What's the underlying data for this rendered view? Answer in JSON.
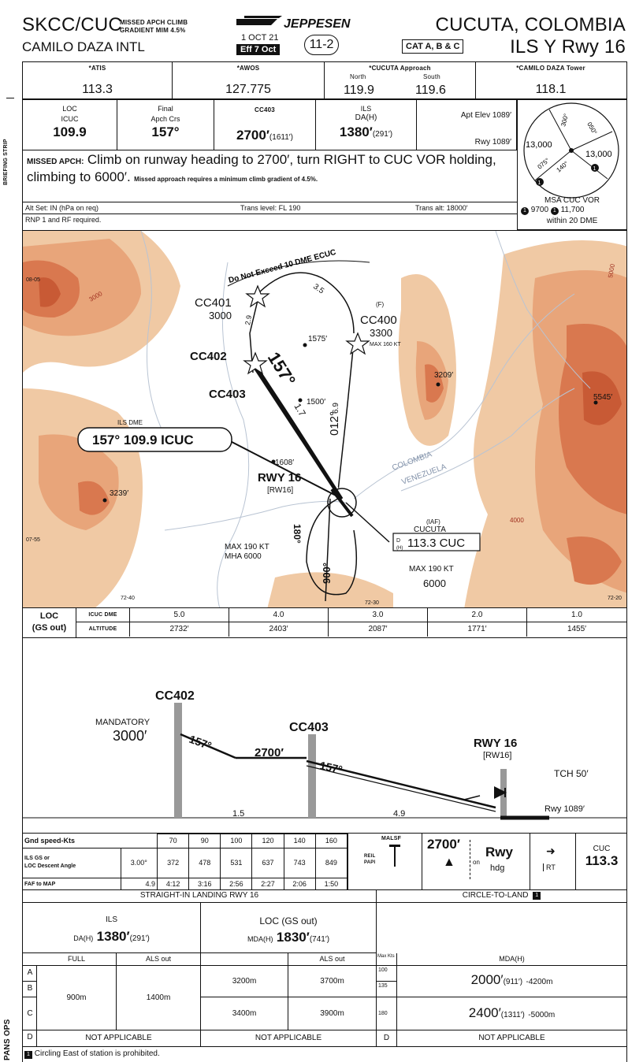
{
  "header": {
    "ident": "SKCC/CUC",
    "airport": "CAMILO DAZA INTL",
    "missed_gradient_note": "MISSED APCH CLIMB GRADIENT MIM 4.5%",
    "brand": "JEPPESEN",
    "date": "1 OCT 21",
    "eff": "Eff 7 Oct",
    "chart_number": "11-2",
    "city": "CUCUTA, COLOMBIA",
    "categories": "CAT A, B & C",
    "procedure": "ILS Y Rwy 16"
  },
  "comms": {
    "atis_label": "*ATIS",
    "atis": "113.3",
    "awos_label": "*AWOS",
    "awos": "127.775",
    "approach_label": "*CUCUTA Approach",
    "north_label": "North",
    "north": "119.9",
    "south_label": "South",
    "south": "119.6",
    "tower_label": "*CAMILO DAZA Tower",
    "tower": "118.1"
  },
  "briefing": {
    "loc_label": "LOC",
    "loc_ident": "ICUC",
    "loc_freq": "109.9",
    "final_label": "Final",
    "final_label2": "Apch Crs",
    "final_crs": "157°",
    "fix_label": "CC403",
    "fix_alt": "2700′",
    "fix_alt_hat": "(1611′)",
    "ils_label": "ILS",
    "ils_da_label": "DA(H)",
    "ils_da": "1380′",
    "ils_da_hat": "(291′)",
    "apt_elev_label": "Apt Elev",
    "apt_elev": "1089′",
    "rwy_label": "Rwy",
    "rwy_elev": "1089′"
  },
  "missed": {
    "label": "MISSED APCH:",
    "text": "Climb on runway heading to 2700′, turn RIGHT to CUC VOR holding, climbing to 6000′.",
    "note": "Missed approach requires a minimum climb gradient of 4.5%."
  },
  "altset": {
    "altset": "Alt Set: IN (hPa on req)",
    "trans_level": "Trans level: FL 190",
    "trans_alt": "Trans alt: 18000′",
    "rnp": "RNP 1 and RF required."
  },
  "msa": {
    "sector_13000a": "13,000",
    "sector_13000b": "13,000",
    "sector_9700": "9700",
    "sector_11700": "11,700",
    "label": "MSA CUC VOR",
    "within": "within 20 DME",
    "brg_300": "300°",
    "brg_075": "075°",
    "brg_140": "140°",
    "brg_050": "050°"
  },
  "sidebar": {
    "briefing_strip": "BRIEFING STRIP",
    "pans_ops": "PANS OPS"
  },
  "plan": {
    "do_not_exceed": "Do Not Exceed 10 DME ECUC",
    "cc401": "CC401",
    "cc401_alt": "3000",
    "cc402": "CC402",
    "cc403": "CC403",
    "cc400": "CC400",
    "cc400_alt": "3300",
    "cc400_f": "(F)",
    "cc400_max": "MAX 160 KT",
    "final_course": "157°",
    "out_course": "012°",
    "out_dist": "6.9",
    "leg_35": "3.5",
    "leg_29": "2.9",
    "leg_17": "1.7",
    "ils_dme_label": "ILS DME",
    "loc_box": "157° 109.9 ICUC",
    "rwy": "RWY 16",
    "rwy_sub": "[RW16]",
    "elev_1608": "1608′",
    "elev_1575": "1575′",
    "elev_1500": "1500′",
    "elev_3209": "3209′",
    "elev_3239": "3239′",
    "elev_5545": "5545′",
    "colombia": "COLOMBIA",
    "venezuela": "VENEZUELA",
    "iaf": "(IAF)",
    "cucuta": "CUCUTA",
    "vor_box": "113.3 CUC",
    "vor_d": "D",
    "vor_h": "(H)",
    "hold_max": "MAX 190 KT",
    "hold_alt": "6000",
    "hold2_max": "MAX 190 KT",
    "hold2_mha": "MHA 6000",
    "crs_180": "180°",
    "crs_900": "900°",
    "lat_0805": "08-05",
    "lat_0755": "07-55",
    "lon_7240": "72-40",
    "lon_7230": "72-30",
    "lon_7220": "72-20",
    "terrain_3000": "3000",
    "terrain_4000": "4000",
    "terrain_5000": "5000"
  },
  "dme_table": {
    "title1": "LOC",
    "title2": "(GS out)",
    "row1_label": "ICUC DME",
    "row2_label": "ALTITUDE",
    "dme": [
      "5.0",
      "4.0",
      "3.0",
      "2.0",
      "1.0"
    ],
    "alt": [
      "2732′",
      "2403′",
      "2087′",
      "1771′",
      "1455′"
    ]
  },
  "profile": {
    "cc402": "CC402",
    "mandatory": "MANDATORY",
    "mand_alt": "3000′",
    "seg1_crs": "157°",
    "cc403": "CC403",
    "fix_alt": "2700′",
    "seg2_crs": "157°",
    "rwy": "RWY 16",
    "rwy_sub": "[RW16]",
    "tch": "TCH 50′",
    "rwy_elev": "Rwy 1089′",
    "dist1": "1.5",
    "dist2": "4.9"
  },
  "speed_table": {
    "title": "Gnd speed-Kts",
    "speeds": [
      "70",
      "90",
      "100",
      "120",
      "140",
      "160"
    ],
    "gs_label1": "ILS GS or",
    "gs_label2": "LOC Descent Angle",
    "gs_angle": "3.00°",
    "rates": [
      "372",
      "478",
      "531",
      "637",
      "743",
      "849"
    ],
    "faf_label": "FAF to MAP",
    "faf_dist": "4.9",
    "times": [
      "4:12",
      "3:16",
      "2:56",
      "2:27",
      "2:06",
      "1:50"
    ],
    "malsf": "MALSF",
    "rel": "REIL",
    "papi": "PAPI",
    "ma_alt": "2700′",
    "ma_on": "on",
    "ma_rwy": "Rwy",
    "ma_hdg": "hdg",
    "ma_rt": "RT",
    "ma_cuc": "CUC",
    "ma_freq": "113.3"
  },
  "minima": {
    "straight_title": "STRAIGHT-IN LANDING RWY 16",
    "circle_title": "CIRCLE-TO-LAND",
    "circle_note_num": "1",
    "ils_title": "ILS",
    "ils_da_label": "DA(H)",
    "ils_da": "1380′",
    "ils_da_hat": "(291′)",
    "loc_title": "LOC (GS out)",
    "loc_mda_label": "MDA(H)",
    "loc_mda": "1830′",
    "loc_mda_hat": "(741′)",
    "full": "FULL",
    "als_out": "ALS out",
    "loc_als_out": "ALS out",
    "max_kts": "Max Kts",
    "mdah": "MDA(H)",
    "cat_a": "A",
    "cat_b": "B",
    "cat_c": "C",
    "cat_d": "D",
    "ils_full_ab": "900m",
    "ils_als_ab": "1400m",
    "loc_full_ab": "3200m",
    "loc_als_ab": "3700m",
    "loc_full_c": "3400m",
    "loc_als_c": "3900m",
    "max_a": "100",
    "max_b": "135",
    "max_c": "180",
    "circ_ab_mda": "2000′",
    "circ_ab_hat": "(911′)",
    "circ_ab_vis": "4200m",
    "circ_c_mda": "2400′",
    "circ_c_hat": "(1311′)",
    "circ_c_vis": "5000m",
    "na_ils": "NOT APPLICABLE",
    "na_loc": "NOT APPLICABLE",
    "na_circ": "NOT APPLICABLE",
    "cat_d2": "D",
    "footnote_num": "1",
    "footnote": "Circling East of station is prohibited."
  }
}
